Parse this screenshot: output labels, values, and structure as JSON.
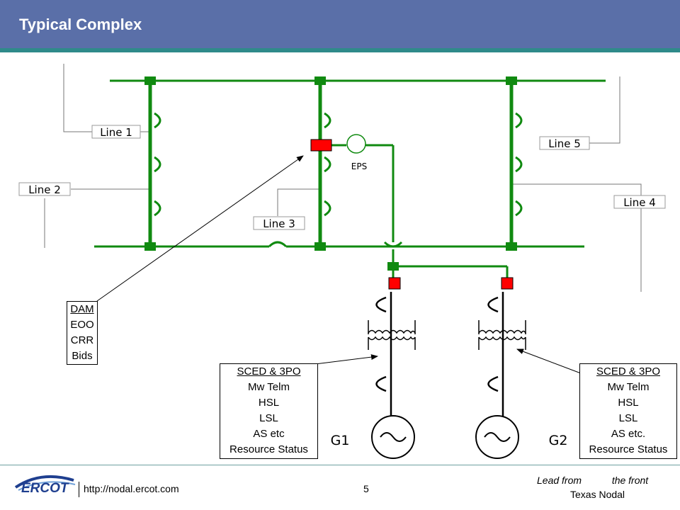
{
  "slide": {
    "title": "Typical Complex"
  },
  "diagram": {
    "line_labels": [
      "Line 1",
      "Line 2",
      "Line 3",
      "Line 4",
      "Line 5"
    ],
    "eps_label": "EPS",
    "generators": [
      "G1",
      "G2"
    ]
  },
  "dam_box": {
    "items": [
      "DAM",
      "EOO",
      "CRR",
      "Bids"
    ]
  },
  "sced_box_left": {
    "items": [
      "SCED & 3PO",
      "Mw Telm",
      "HSL",
      "LSL",
      "AS etc",
      "Resource Status"
    ]
  },
  "sced_box_right": {
    "items": [
      "SCED & 3PO",
      "Mw Telm",
      "HSL",
      "LSL",
      "AS etc.",
      "Resource Status"
    ]
  },
  "footer": {
    "logo_text": "ERCOT",
    "url": "http://nodal.ercot.com",
    "page": "5",
    "tagline": "Lead from           the front",
    "org": "Texas Nodal"
  },
  "colors": {
    "header": "#5a6fa8",
    "bus_green": "#108a10",
    "breaker_red": "#ff0000"
  }
}
